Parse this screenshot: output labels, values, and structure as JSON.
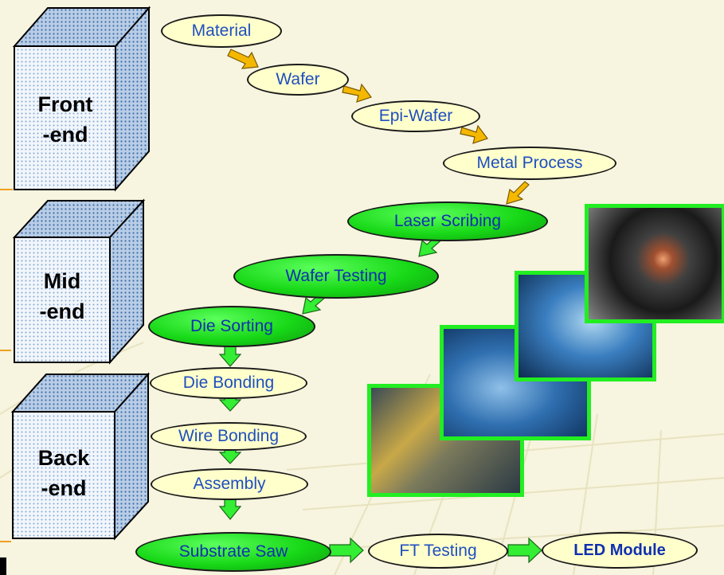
{
  "stages": {
    "front": {
      "line1": "Front",
      "line2": "-end"
    },
    "mid": {
      "line1": "Mid",
      "line2": "-end"
    },
    "back": {
      "line1": "Back",
      "line2": "-end"
    }
  },
  "steps": {
    "material": "Material",
    "wafer": "Wafer",
    "epi_wafer": "Epi-Wafer",
    "metal_process": "Metal Process",
    "laser_scribing": "Laser Scribing",
    "wafer_testing": "Wafer Testing",
    "die_sorting": "Die Sorting",
    "die_bonding": "Die Bonding",
    "wire_bonding": "Wire Bonding",
    "assembly": "Assembly",
    "substrate_saw": "Substrate Saw",
    "ft_testing": "FT Testing",
    "led_module": "LED Module"
  },
  "colors": {
    "yellow_node": "#ffffcc",
    "green_node": "#17d817",
    "orange_arrow": "#f5b800",
    "green_arrow": "#33ee33",
    "photo_border": "#22ee22",
    "node_text": "#1f4fbf"
  }
}
